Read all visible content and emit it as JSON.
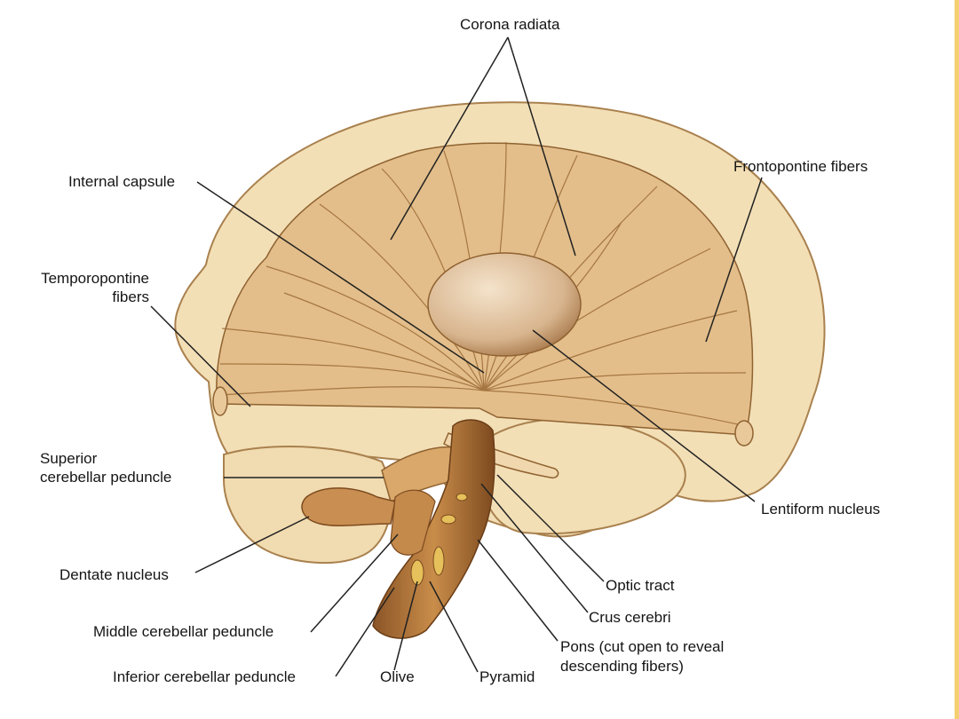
{
  "labels": {
    "corona_radiata": "Corona radiata",
    "internal_capsule": "Internal capsule",
    "frontopontine_fibers": "Frontopontine fibers",
    "temporopontine_fibers_1": "Temporopontine",
    "temporopontine_fibers_2": "fibers",
    "superior_cerebellar_peduncle_1": "Superior",
    "superior_cerebellar_peduncle_2": "cerebellar peduncle",
    "lentiform_nucleus": "Lentiform nucleus",
    "dentate_nucleus": "Dentate nucleus",
    "optic_tract": "Optic tract",
    "middle_cerebellar_peduncle": "Middle cerebellar peduncle",
    "crus_cerebri": "Crus cerebri",
    "pons_1": "Pons (cut open to reveal",
    "pons_2": "descending fibers)",
    "inferior_cerebellar_peduncle": "Inferior cerebellar peduncle",
    "olive": "Olive",
    "pyramid": "Pyramid"
  },
  "colors": {
    "cortex": "#f3dfb6",
    "fiber": "#d9b07a",
    "fiber_dark": "#9b6a35",
    "nucleus": "#e2c29c",
    "brainstem": "#b47a3e",
    "leader": "#222222",
    "edge_accent": "#e8b830"
  }
}
